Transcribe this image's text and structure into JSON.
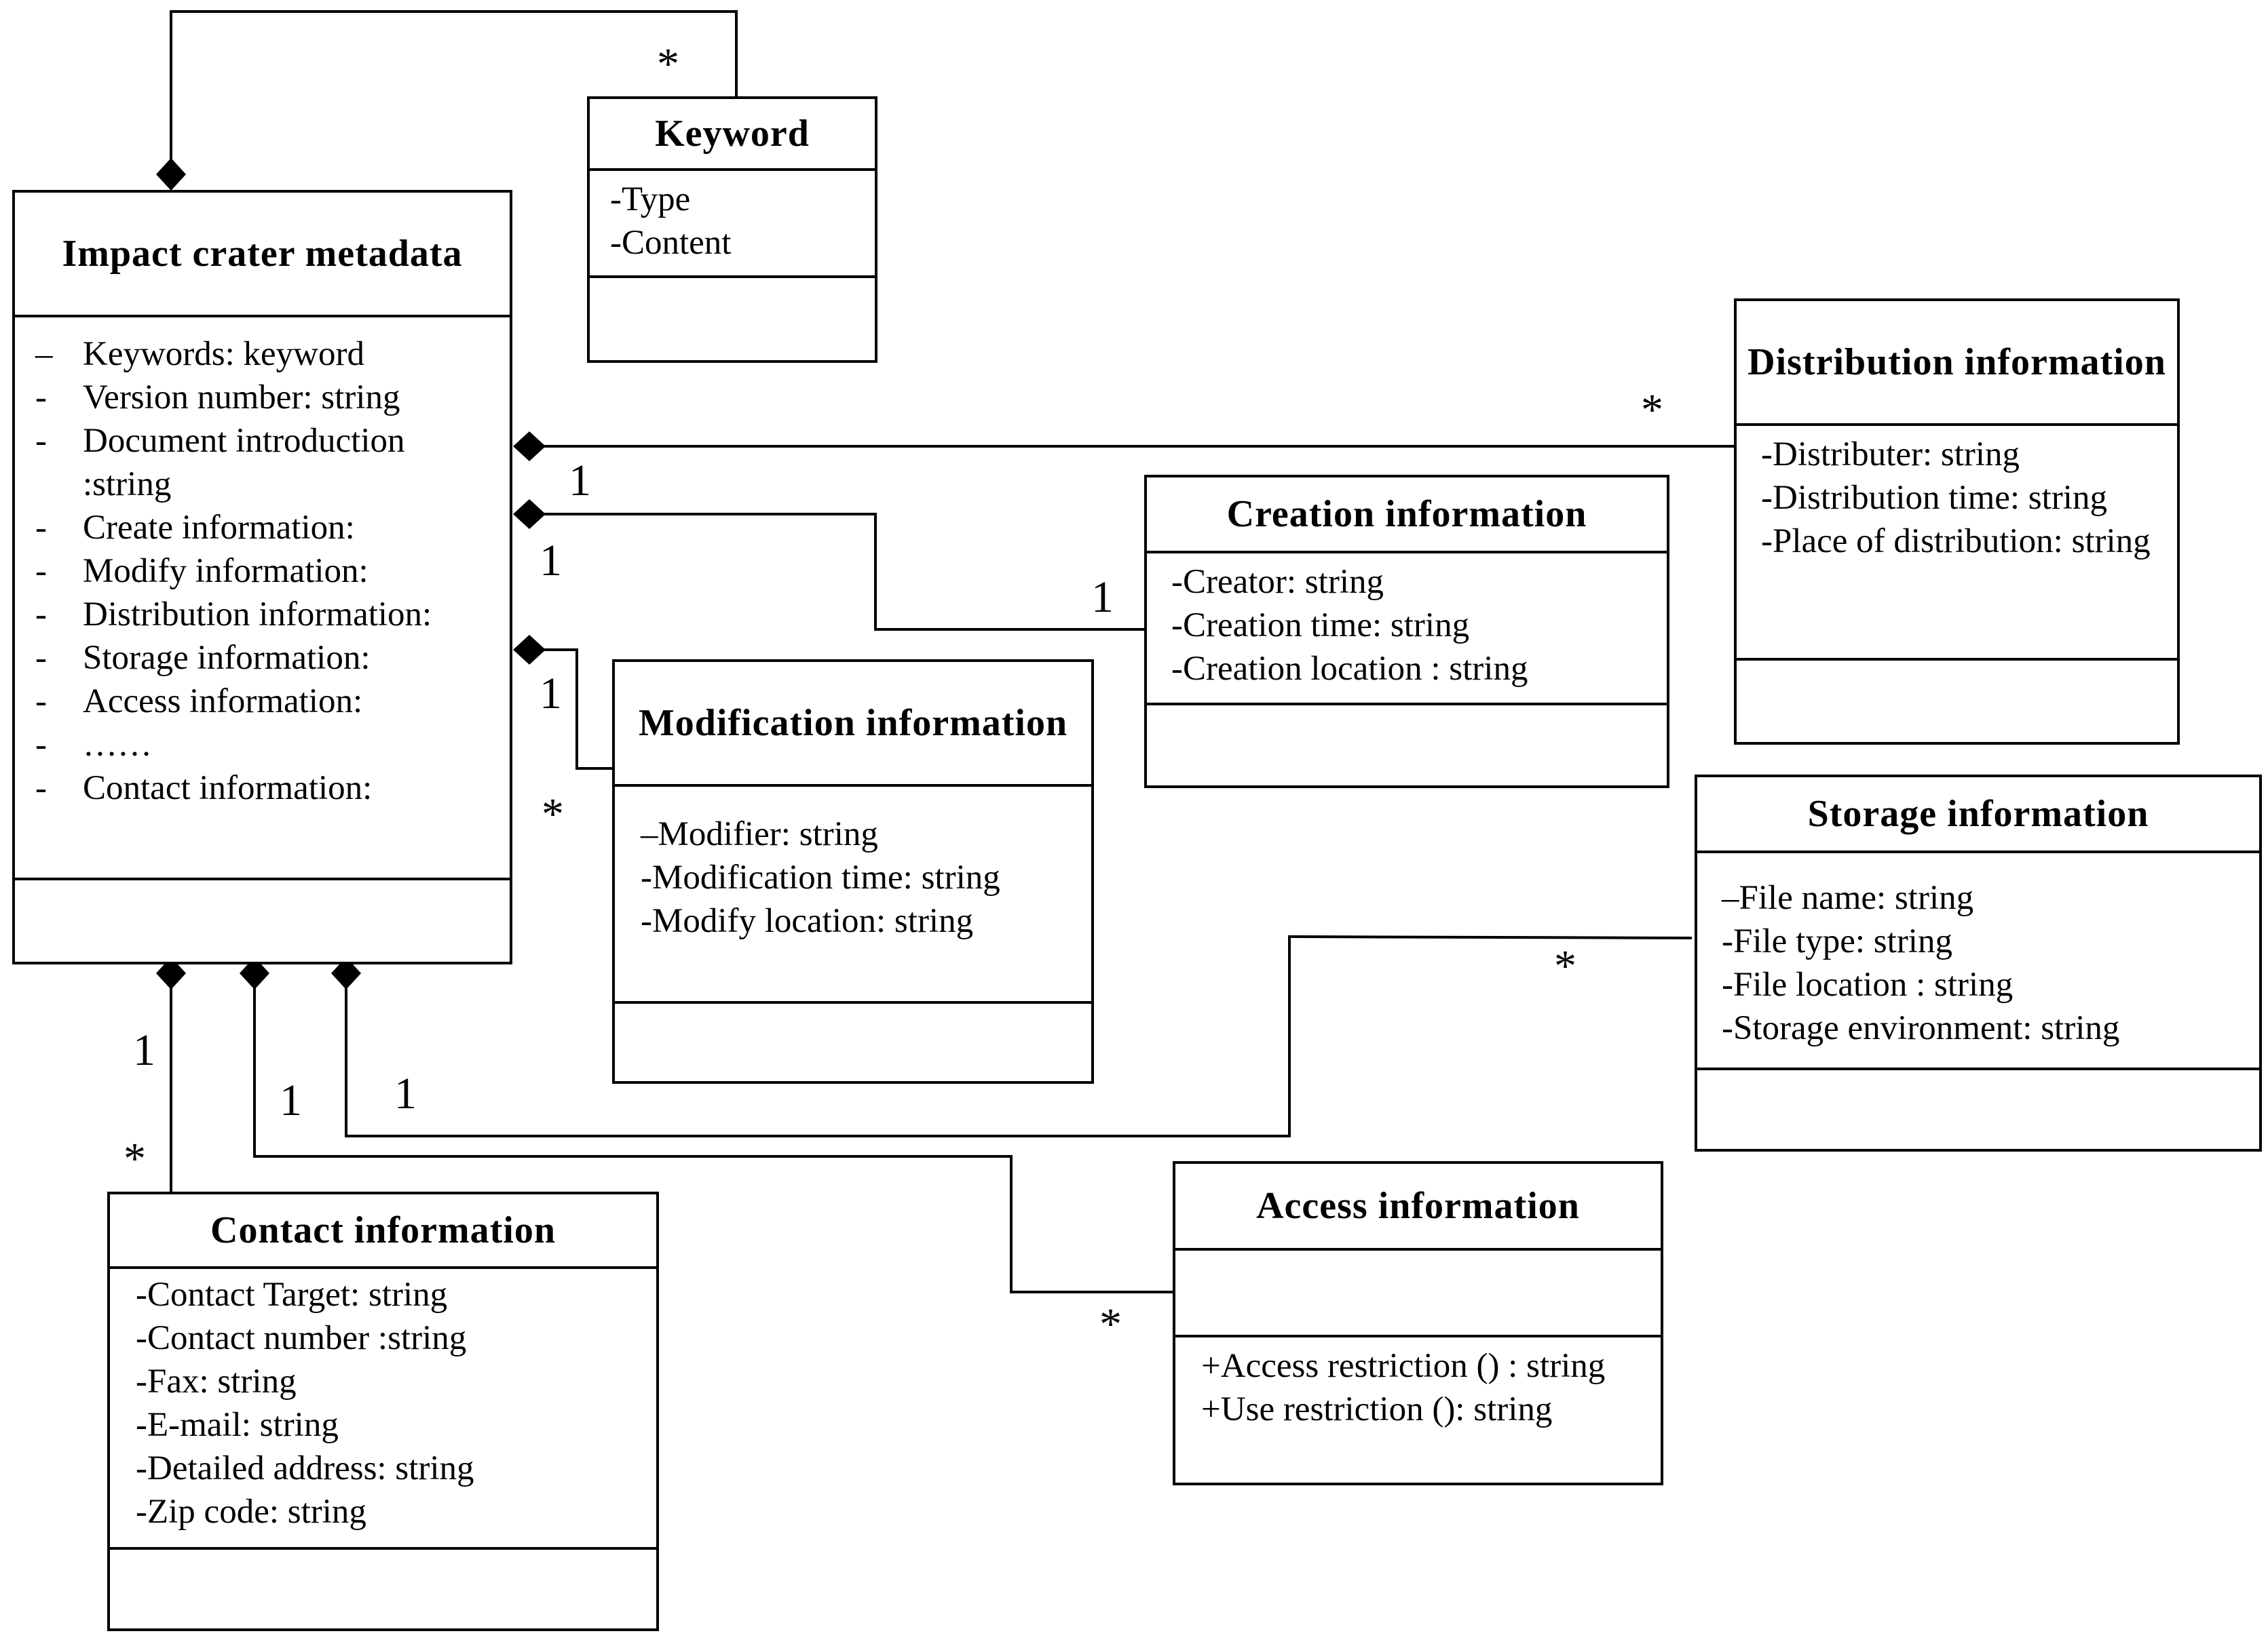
{
  "classes": {
    "keyword": {
      "name": "Keyword",
      "attributes": [
        "-Type",
        "-Content"
      ]
    },
    "impact": {
      "name": "Impact crater metadata",
      "attributes": [
        {
          "dash": "–",
          "text": "Keywords: keyword"
        },
        {
          "dash": "-",
          "text": "Version number: string"
        },
        {
          "dash": "-",
          "text": "Document introduction :string"
        },
        {
          "dash": "-",
          "text": "Create information:"
        },
        {
          "dash": "-",
          "text": "Modify information:"
        },
        {
          "dash": "-",
          "text": "Distribution information:"
        },
        {
          "dash": "-",
          "text": "Storage information:"
        },
        {
          "dash": "-",
          "text": "Access information:"
        },
        {
          "dash": "-",
          "text": "……"
        },
        {
          "dash": "-",
          "text": "Contact information:"
        }
      ]
    },
    "distribution": {
      "name": "Distribution information",
      "attributes": [
        "-Distributer:  string",
        "-Distribution time: string",
        "-Place of distribution: string"
      ]
    },
    "creation": {
      "name": "Creation information",
      "attributes": [
        "-Creator: string",
        "-Creation time: string",
        "-Creation location : string"
      ]
    },
    "modification": {
      "name": "Modification information",
      "attributes": [
        "–Modifier: string",
        "-Modification time: string",
        "-Modify location: string"
      ]
    },
    "storage": {
      "name": "Storage information",
      "attributes": [
        "–File name: string",
        "-File type: string",
        "-File location : string",
        "-Storage environment: string"
      ]
    },
    "access": {
      "name": "Access information",
      "operations": [
        "+Access restriction () : string",
        "+Use restriction (): string"
      ]
    },
    "contact": {
      "name": "Contact information",
      "attributes": [
        "-Contact Target: string",
        "-Contact number :string",
        "-Fax: string",
        "-E-mail: string",
        "-Detailed address: string",
        "-Zip code: string"
      ]
    }
  },
  "multiplicities": {
    "keyword_star": "*",
    "distribution_star": "*",
    "distribution_one": "1",
    "creation_one_left": "1",
    "creation_one_right": "1",
    "modification_one": "1",
    "modification_star": "*",
    "storage_star": "*",
    "storage_one": "1",
    "access_one": "1",
    "access_star": "*",
    "contact_one": "1",
    "contact_star": "*"
  }
}
